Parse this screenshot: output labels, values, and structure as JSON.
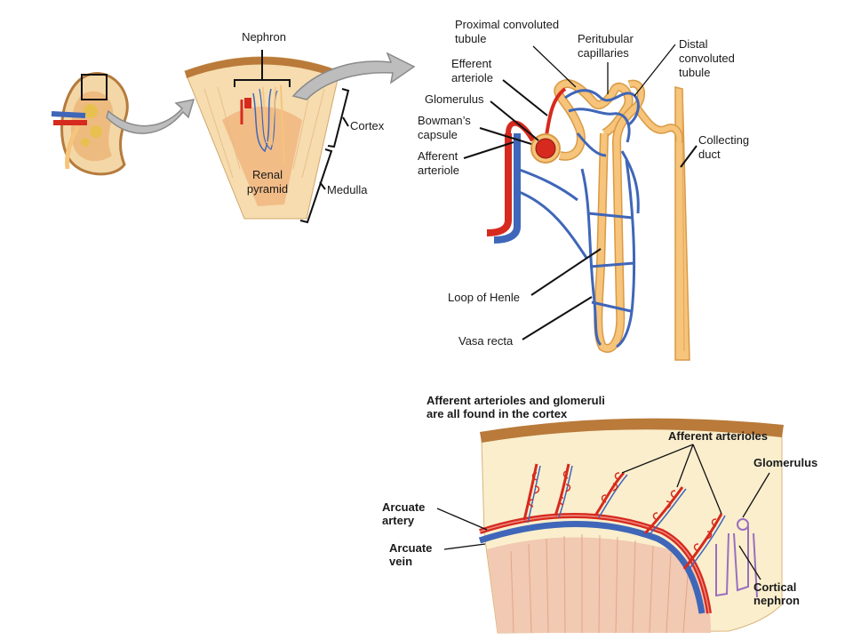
{
  "colors": {
    "artery": "#d62a1e",
    "vein": "#3f66b8",
    "tubule": "#f6c47a",
    "tubule_edge": "#d99a45",
    "tissue": "#f6dcae",
    "capsule": "#b97a3a",
    "arrow": "#9a9a9a"
  },
  "kidney_overview": {
    "labels": {
      "nephron": "Nephron",
      "cortex": "Cortex",
      "renal_pyramid": [
        "Renal",
        "pyramid"
      ],
      "medulla": "Medulla"
    }
  },
  "nephron_detail": {
    "labels": {
      "proximal_tubule": [
        "Proximal convoluted",
        "tubule"
      ],
      "peritubular": [
        "Peritubular",
        "capillaries"
      ],
      "distal_tubule": [
        "Distal",
        "convoluted",
        "tubule"
      ],
      "efferent": [
        "Efferent",
        "arteriole"
      ],
      "glomerulus": "Glomerulus",
      "bowmans": [
        "Bowman’s",
        "capsule"
      ],
      "afferent": [
        "Afferent",
        "arteriole"
      ],
      "collecting_duct": [
        "Collecting",
        "duct"
      ],
      "loop_of_henle": "Loop of Henle",
      "vasa_recta": "Vasa recta"
    }
  },
  "cortex_detail": {
    "title": [
      "Afferent arterioles and glomeruli",
      "are all found in the cortex"
    ],
    "labels": {
      "afferent_arterioles": "Afferent arterioles",
      "glomerulus": "Glomerulus",
      "arcuate_artery": [
        "Arcuate",
        "artery"
      ],
      "arcuate_vein": [
        "Arcuate",
        "vein"
      ],
      "cortical_nephron": [
        "Cortical",
        "nephron"
      ]
    }
  }
}
